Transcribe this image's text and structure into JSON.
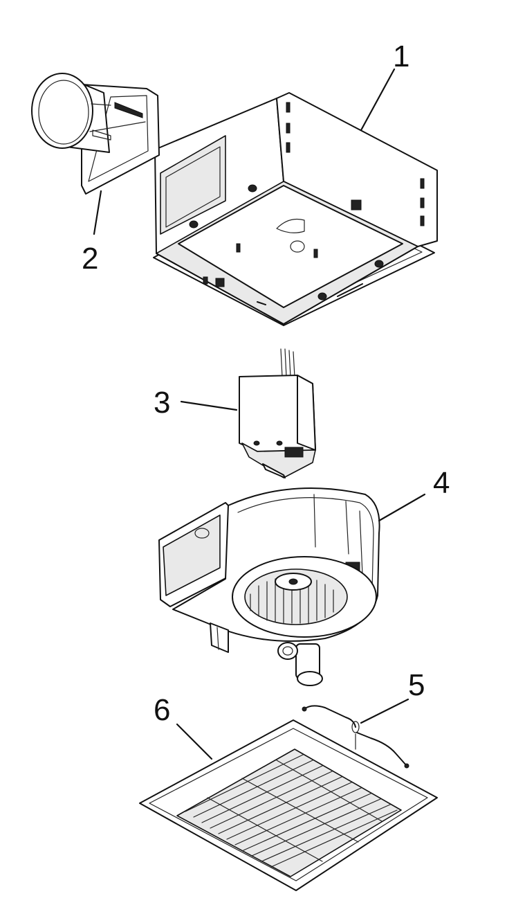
{
  "callouts": {
    "housing": "1",
    "duct_connector": "2",
    "motor_plate": "3",
    "blower_assembly": "4",
    "grille_springs": "5",
    "grille": "6"
  }
}
